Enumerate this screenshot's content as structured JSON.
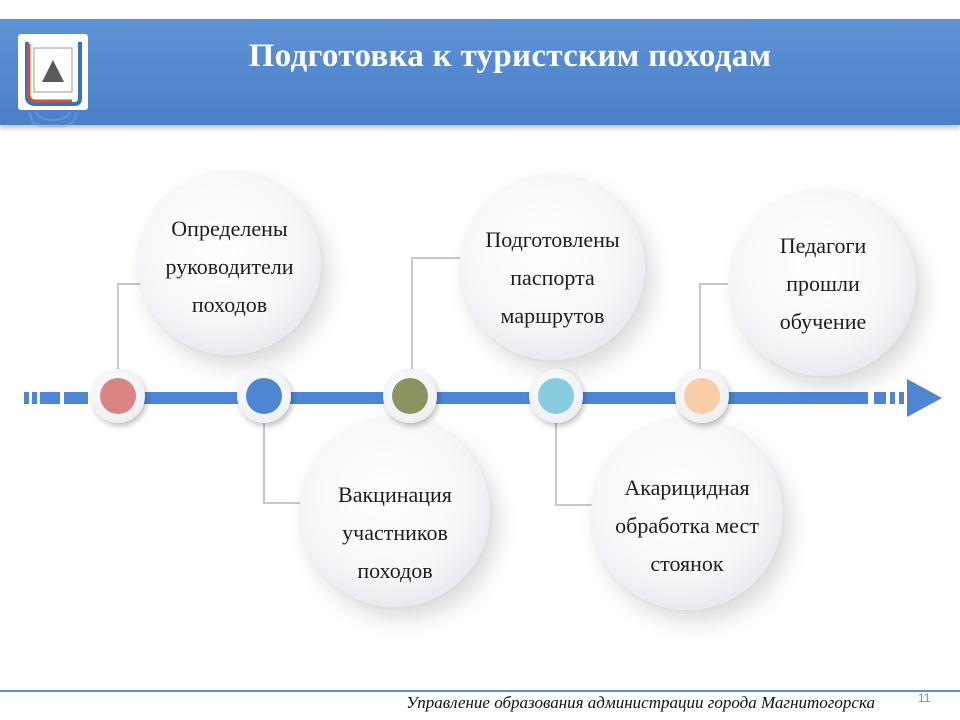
{
  "slide": {
    "title": "Подготовка к туристским походам",
    "footer": "Управление образования администрации города Магнитогорска",
    "page_number": "11"
  },
  "timeline": {
    "items": [
      {
        "text": [
          "Определены",
          "руководители",
          "походов"
        ],
        "node_color": "#d98383"
      },
      {
        "text": [
          "Вакцинация",
          "участников",
          "походов"
        ],
        "node_color": "#4f86d4"
      },
      {
        "text": [
          "Подготовлены",
          "паспорта",
          "маршрутов"
        ],
        "node_color": "#8b9360"
      },
      {
        "text": [
          "Акарицидная",
          "обработка мест",
          "стоянок"
        ],
        "node_color": "#87cddd"
      },
      {
        "text": [
          "Педагоги",
          "прошли",
          "обучение"
        ],
        "node_color": "#f8cda8"
      }
    ]
  },
  "colors": {
    "header_blue": "#5b8fd4",
    "timeline_blue": "#4f86d4",
    "connector_gray": "#c7c7c7"
  },
  "icons": {
    "logo": "coat-of-arms-icon",
    "arrow": "arrow-right-icon"
  }
}
